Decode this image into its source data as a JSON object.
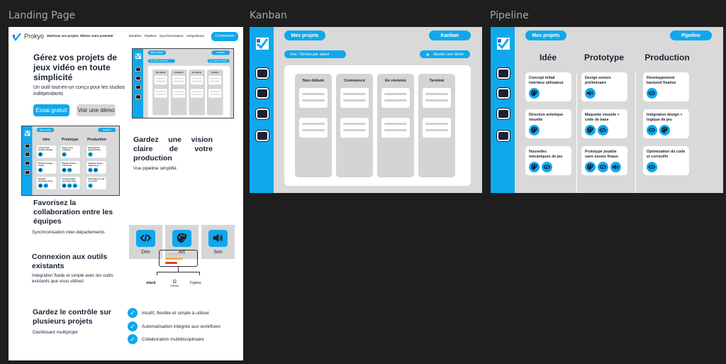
{
  "canvas": {
    "frames": [
      "Landing Page",
      "Kanban",
      "Pipeline"
    ]
  },
  "colors": {
    "accent": "#0fa8ec",
    "canvas": "#1e1e1e",
    "dark": "#1b2233"
  },
  "landing": {
    "brand": "Prokyo",
    "tagline": "Maîtrisez vos projets, libérez votre potentiel",
    "nav": [
      "Modèles",
      "Pipeline",
      "Synchronisation",
      "Intégrations"
    ],
    "cta": "Commencer",
    "hero_title": "Gérez vos projets de jeux vidéo en toute simplicité",
    "hero_sub": "Un outil tout-en-un conçu pour les studios indépendants",
    "btn_trial": "Essai gratuit",
    "btn_demo": "Voir une démo",
    "vision_title": "Gardez une vision claire de votre production",
    "vision_sub": "Vue pipeline simplifié",
    "collab_title": "Favorisez la collaboration entre les équipes",
    "collab_sub": "Synchronisation inter-départements",
    "tiles": [
      {
        "label": "Dev",
        "icon": "code"
      },
      {
        "label": "Art",
        "icon": "art"
      },
      {
        "label": "Son",
        "icon": "sound"
      }
    ],
    "tools_title": "Connexion aux outils existants",
    "tools_sub": "Intégration fluide et simple avec les outils existants que vous utilisez",
    "tools": [
      "slack",
      "GitHub",
      "Figma"
    ],
    "control_title": "Gardez le contrôle sur plusieurs projets",
    "control_sub": "Dashboard multiprojet",
    "checks": [
      "Intuitif, flexible et simple à utiliser",
      "Automatisation intégrée aux workflows",
      "Collaboration multidisciplinaire"
    ]
  },
  "kanban": {
    "projects_btn": "Mes projets",
    "view_btn": "Kanban",
    "filter": "Vue: Tâches par statut",
    "add_task": "Ajouter une tâche",
    "columns": [
      "Non débuté",
      "Commencé",
      "En révision",
      "Terminé"
    ]
  },
  "pipeline": {
    "projects_btn": "Mes projets",
    "view_btn": "Pipeline",
    "columns": [
      {
        "title": "Idée",
        "cards": [
          {
            "title": "Concept initial interface utilisateur",
            "icons": [
              "art"
            ]
          },
          {
            "title": "Direction artistique visuelle",
            "icons": [
              "art"
            ]
          },
          {
            "title": "Nouvelles mécaniques de jeu",
            "icons": [
              "art",
              "code"
            ]
          }
        ]
      },
      {
        "title": "Prototype",
        "cards": [
          {
            "title": "Design sonore préliminaire",
            "icons": [
              "sound"
            ]
          },
          {
            "title": "Maquette visuelle + code de base",
            "icons": [
              "art",
              "code"
            ]
          },
          {
            "title": "Prototype jouable sans assets finaux",
            "icons": [
              "art",
              "code",
              "sound"
            ]
          }
        ]
      },
      {
        "title": "Production",
        "cards": [
          {
            "title": "Développement backend finalisé",
            "icons": [
              "code"
            ]
          },
          {
            "title": "Intégration design + logique de jeu",
            "icons": [
              "code",
              "art"
            ]
          },
          {
            "title": "Optimisation du code et correctifs",
            "icons": [
              "code"
            ]
          }
        ]
      }
    ]
  }
}
